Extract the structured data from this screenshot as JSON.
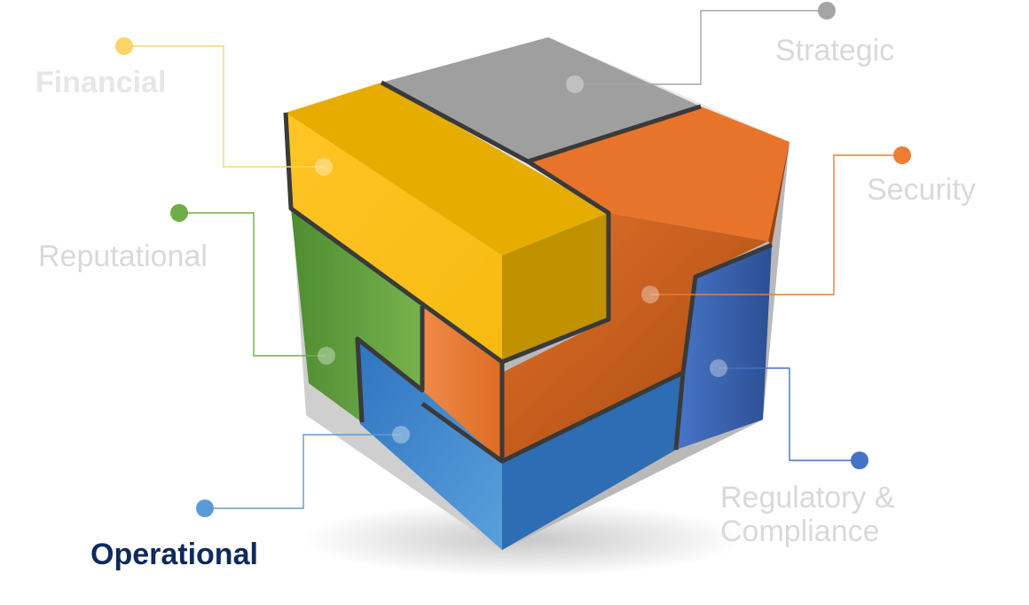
{
  "categories": [
    {
      "id": "financial",
      "label": "Financial",
      "color": "#f9d56a",
      "text_color": "#e7e7e7",
      "highlighted": false,
      "bold": true
    },
    {
      "id": "strategic",
      "label": "Strategic",
      "color": "#a5a5a5",
      "text_color": "#d9d9d9",
      "highlighted": false,
      "bold": false
    },
    {
      "id": "security",
      "label": "Security",
      "color": "#ed7d31",
      "text_color": "#d9d9d9",
      "highlighted": false,
      "bold": false
    },
    {
      "id": "reputational",
      "label": "Reputational",
      "color": "#70ad47",
      "text_color": "#d9d9d9",
      "highlighted": false,
      "bold": false
    },
    {
      "id": "regulatory",
      "label": [
        "Regulatory &",
        "Compliance"
      ],
      "color": "#4472c4",
      "text_color": "#d9d9d9",
      "highlighted": false,
      "bold": false
    },
    {
      "id": "operational",
      "label": "Operational",
      "color": "#5b9bd5",
      "text_color": "#0e2a5e",
      "highlighted": true,
      "bold": true
    }
  ]
}
